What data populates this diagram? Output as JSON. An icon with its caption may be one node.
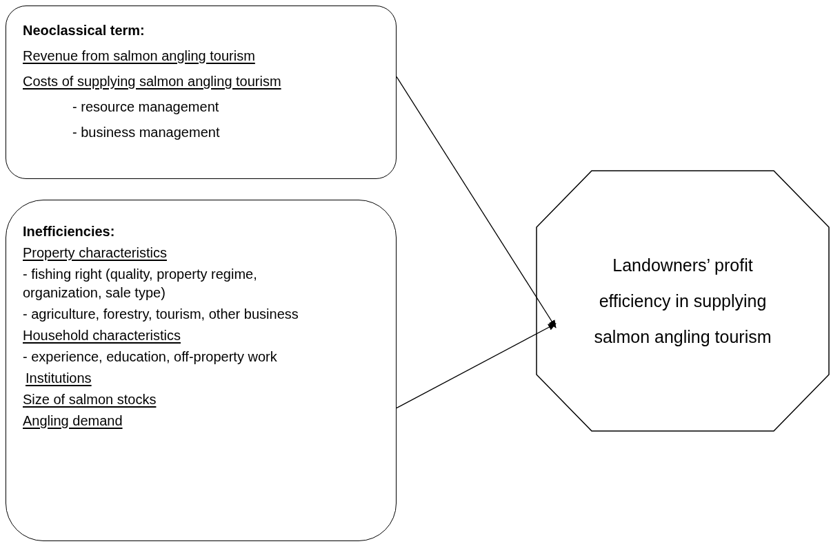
{
  "diagram": {
    "nodes": [
      {
        "text": [
          "Neoclassical term:",
          "Revenue from salmon angling tourism",
          "Costs of supplying salmon angling tourism",
          "- resource management",
          "- business management"
        ]
      },
      {
        "text": [
          "Inefficiencies:",
          "Property characteristics",
          "- fishing right (quality, property regime, organization, sale type)",
          "- agriculture, forestry, tourism, other business",
          "Household characteristics",
          "- experience, education, off-property work",
          "Institutions",
          "Size of salmon stocks",
          "Angling demand"
        ]
      },
      {
        "text": [
          "Landowners’ profit efficiency in supplying salmon angling tourism"
        ]
      }
    ],
    "edges": [
      {
        "from": 0,
        "to": 2,
        "arrow": "to"
      },
      {
        "from": 1,
        "to": 2,
        "arrow": "to"
      }
    ]
  }
}
